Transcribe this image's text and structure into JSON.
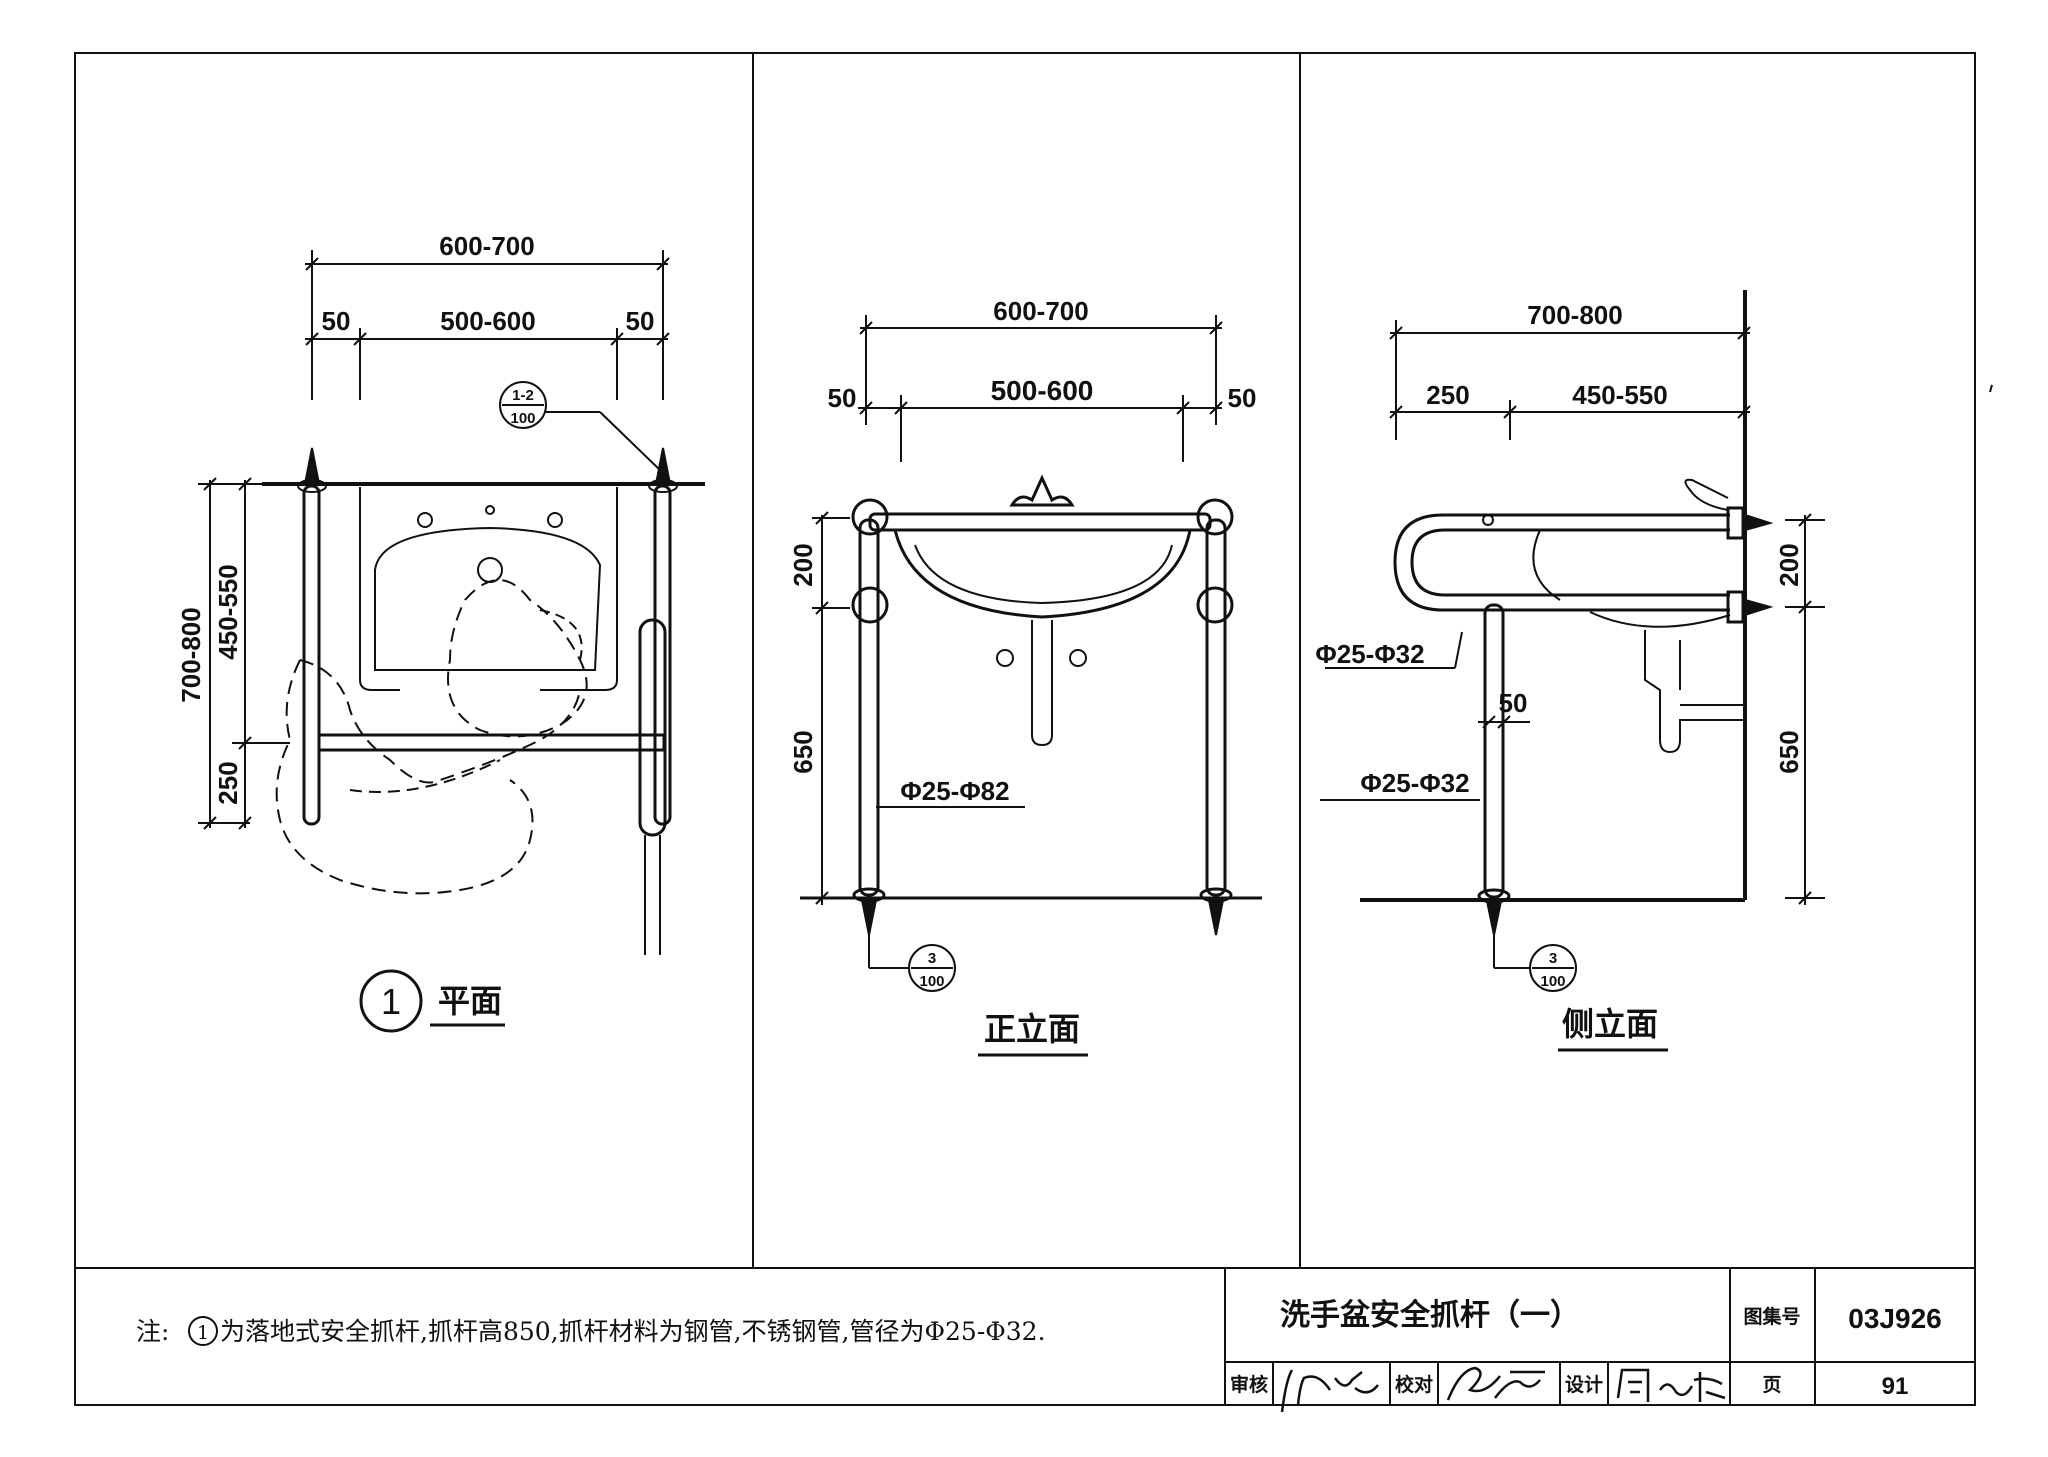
{
  "plan": {
    "dims_top": [
      "600-700",
      "50",
      "500-600",
      "50"
    ],
    "dims_left": [
      "700-800",
      "450-550",
      "250"
    ],
    "ref_symbol": {
      "top": "1-2",
      "bottom": "100"
    },
    "view_number": "1",
    "view_title": "平面"
  },
  "front": {
    "dims_top": [
      "600-700",
      "50",
      "500-600",
      "50"
    ],
    "dims_left": [
      "200",
      "650"
    ],
    "pipe_label": "Φ25-Φ82",
    "ref_symbol": {
      "top": "3",
      "bottom": "100"
    },
    "view_title": "正立面"
  },
  "side": {
    "dims_top": [
      "700-800",
      "250",
      "450-550"
    ],
    "dims_right": [
      "200",
      "650"
    ],
    "pipe_label_1": "Φ25-Φ32",
    "dim_50": "50",
    "pipe_label_2": "Φ25-Φ32",
    "ref_symbol": {
      "top": "3",
      "bottom": "100"
    },
    "view_title": "侧立面"
  },
  "notes": {
    "prefix": "注:",
    "circled": "1",
    "text": "为落地式安全抓杆,抓杆高850,抓杆材料为钢管,不锈钢管,管径为Φ25-Φ32."
  },
  "title_block": {
    "drawing_title": "洗手盆安全抓杆（一）",
    "atlas_label": "图集号",
    "atlas_number": "03J926",
    "review_label": "审核",
    "check_label": "校对",
    "design_label": "设计",
    "page_label": "页",
    "page_number": "91"
  }
}
